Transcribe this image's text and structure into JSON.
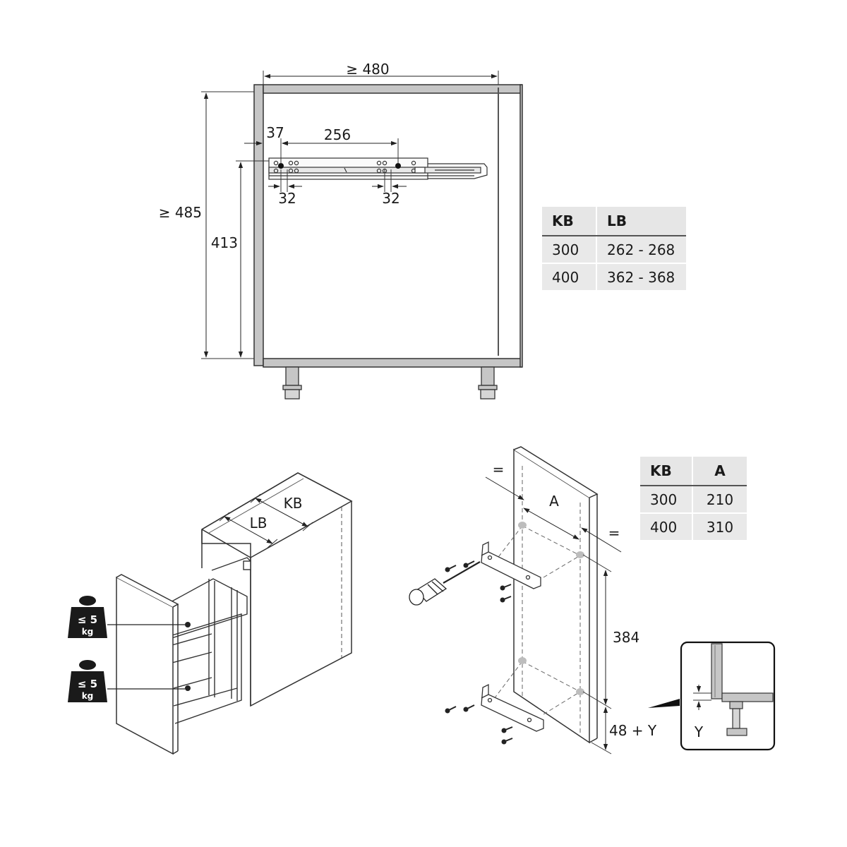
{
  "front_view": {
    "width_label": "≥ 480",
    "height_label": "≥ 485",
    "rail_height_label": "413",
    "offset_label": "37",
    "hole_spacing_label": "256",
    "left_hole_pitch_label": "32",
    "right_hole_pitch_label": "32"
  },
  "table_kb_lb": {
    "headers": [
      "KB",
      "LB"
    ],
    "rows": [
      [
        "300",
        "262 - 268"
      ],
      [
        "400",
        "362 - 368"
      ]
    ]
  },
  "iso_view": {
    "kb_label": "KB",
    "lb_label": "LB",
    "weights": [
      {
        "limit": "≤ 5",
        "unit": "kg"
      },
      {
        "limit": "≤ 5",
        "unit": "kg"
      }
    ]
  },
  "front_panel": {
    "equal_left": "=",
    "equal_right": "=",
    "a_label": "A",
    "spacing_label": "384",
    "bottom_label": "48 + Y",
    "detail_label": "Y"
  },
  "table_kb_a": {
    "headers": [
      "KB",
      "A"
    ],
    "rows": [
      [
        "300",
        "210"
      ],
      [
        "400",
        "310"
      ]
    ]
  }
}
